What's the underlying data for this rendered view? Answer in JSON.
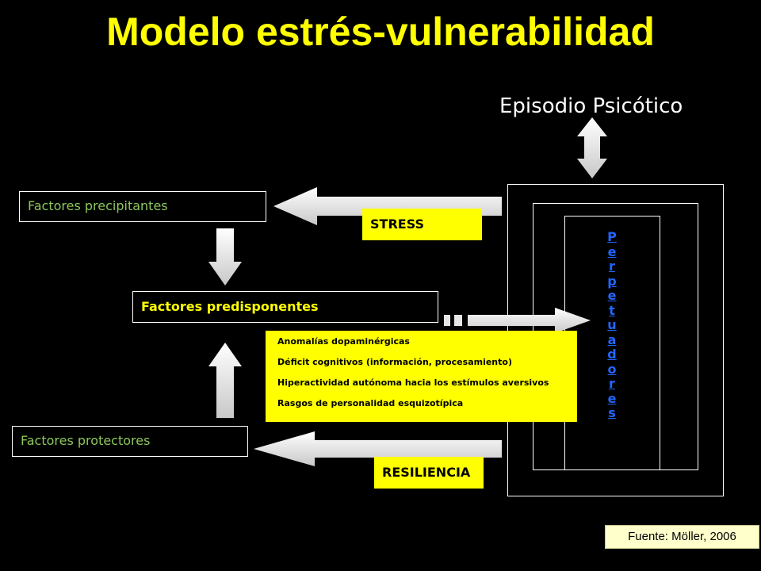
{
  "title": "Modelo estrés-vulnerabilidad",
  "episode": "Episodio Psicótico",
  "boxes": {
    "precipitating": "Factores precipitantes",
    "predisposing": "Factores predisponentes",
    "protective": "Factores protectores"
  },
  "labels": {
    "stress": "STRESS",
    "resilience": "RESILIENCIA"
  },
  "predisposing_list": [
    "Anomalías dopaminérgicas",
    "Déficit cognitivos (información, procesamiento)",
    "Hiperactividad autónoma hacia los estímulos aversivos",
    "Rasgos de personalidad esquizotípica"
  ],
  "perpetuators": [
    "P",
    "e",
    "r",
    "p",
    "e",
    "t",
    "u",
    "a",
    "d",
    "o",
    "r",
    "e",
    "s"
  ],
  "source": "Fuente: Möller, 2006",
  "colors": {
    "title": "#ffff00",
    "factor_text": "#8cc75c",
    "label_bg": "#ffff00",
    "perpetuators": "#2266ff",
    "arrow_fill": "#e6e6e6"
  }
}
